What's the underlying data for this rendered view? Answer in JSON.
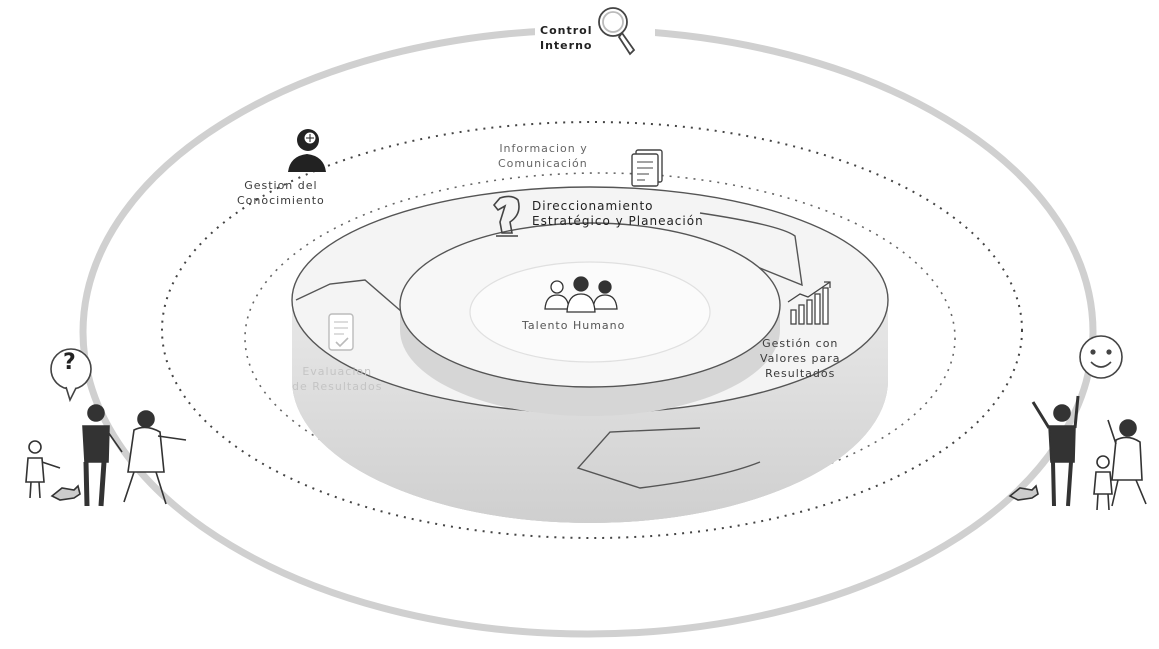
{
  "labels": {
    "control_interno": "Control\nInterno",
    "gestion_conocimiento": "Gestion del\nConocimiento",
    "informacion_comunicacion": "Informacion y\nComunicación",
    "direccionamiento": "Direccionamiento\nEstratégico y Planeación",
    "talento_humano": "Talento Humano",
    "gestion_valores": "Gestión con\nValores para\nResultados",
    "evaluacion": "Evaluacion\nde Resultados",
    "question_mark": "?",
    "smile": "☺"
  },
  "icons": [
    "magnifier-icon",
    "head-brain-icon",
    "documents-icon",
    "chess-knight-icon",
    "people-group-icon",
    "growth-bar-chart-icon",
    "checklist-icon",
    "question-bubble-icon",
    "smiley-face-icon",
    "family-walking-illustration",
    "family-celebrating-illustration"
  ],
  "colors": {
    "outer_ring": "#c9c9c9",
    "dotted_ring": "#444444",
    "disc_top": "#f3f3f3",
    "disc_side": "#d4d4d4",
    "inner_disc": "#f6f6f6",
    "stroke": "#555555"
  }
}
